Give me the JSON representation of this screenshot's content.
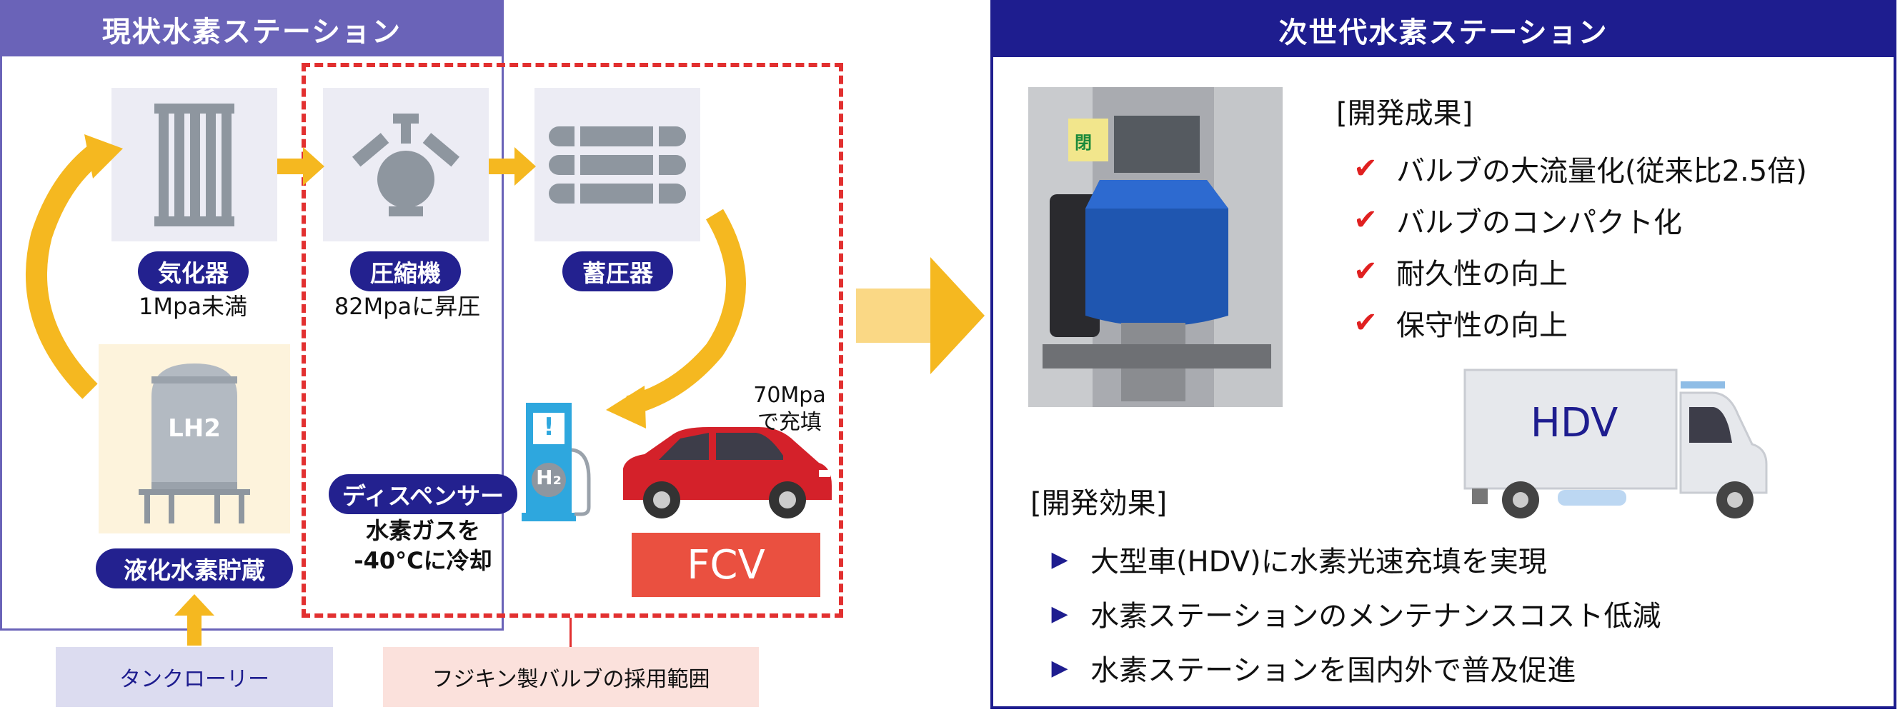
{
  "current_station": {
    "title": "現状水素ステーション",
    "vaporizer": {
      "label": "気化器",
      "caption": "1Mpa未満"
    },
    "compressor": {
      "label": "圧縮機",
      "caption": "82Mpaに昇圧"
    },
    "accumulator": {
      "label": "蓄圧器"
    },
    "storage": {
      "label": "液化水素貯蔵",
      "tank_text": "LH2"
    },
    "dispenser": {
      "label": "ディスペンサー",
      "caption_line1": "水素ガスを",
      "caption_line2": "-40°Cに冷却",
      "h2_text": "H₂",
      "warning": "!"
    },
    "fill_note": {
      "line1": "70Mpa",
      "line2": "で充填"
    },
    "fcv_label": "FCV",
    "tank_lorry": "タンクローリー",
    "valve_range": "フジキン製バルブの採用範囲"
  },
  "next_station": {
    "title": "次世代水素ステーション",
    "photo_sign": "閉",
    "results": {
      "title": "[開発成果]",
      "items": [
        "バルブの大流量化(従来比2.5倍)",
        "バルブのコンパクト化",
        "耐久性の向上",
        "保守性の向上"
      ]
    },
    "effects": {
      "title": "[開発効果]",
      "items": [
        "大型車(HDV)に水素光速充填を実現",
        "水素ステーションのメンテナンスコスト低減",
        "水素ステーションを国内外で普及促進"
      ]
    },
    "truck_label": "HDV"
  },
  "colors": {
    "left_header": "#6a63b8",
    "right_header": "#1e1d8f",
    "arrow": "#f5b820",
    "pill": "#23218f",
    "fcv": "#ea5040",
    "dashed": "#e23030",
    "check": "#e02020",
    "triangle": "#1e1d8f"
  }
}
